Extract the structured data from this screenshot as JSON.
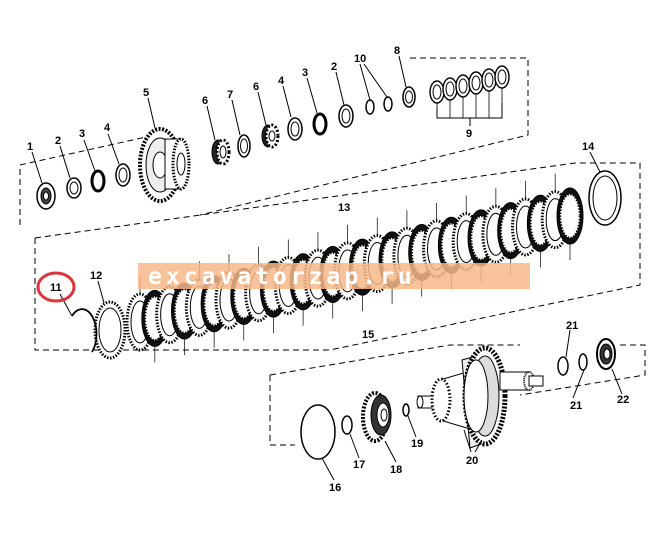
{
  "labels": {
    "l1": "1",
    "l2": "2",
    "l3": "3",
    "l4": "4",
    "l5": "5",
    "l6a": "6",
    "l7": "7",
    "l6b": "6",
    "l4b": "4",
    "l3b": "3",
    "l2b": "2",
    "l10": "10",
    "l8": "8",
    "l9": "9",
    "l14": "14",
    "l13": "13",
    "l11": "11",
    "l12": "12",
    "l15": "15",
    "l21a": "21",
    "l21b": "21",
    "l22": "22",
    "l16": "16",
    "l17": "17",
    "l18": "18",
    "l19": "19",
    "l20": "20"
  },
  "watermark": "excavatorzap.ru",
  "colors": {
    "watermark_band": "#f7b889",
    "watermark_text": "#ffffff",
    "highlight_ring": "#d9363e",
    "line": "#000000"
  },
  "highlighted_part": "11"
}
